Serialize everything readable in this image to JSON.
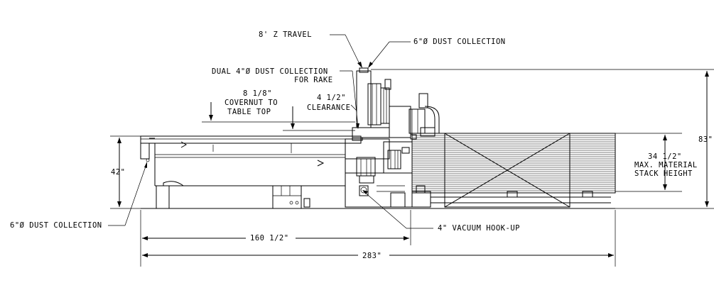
{
  "labels": {
    "z_travel": "8' Z TRAVEL",
    "dust_top": "6\"Ø DUST COLLECTION",
    "dual_dust_1": "DUAL 4\"Ø DUST COLLECTION",
    "dual_dust_2": "FOR RAKE",
    "covernut_1": "8 1/8\"",
    "covernut_2": "COVERNUT TO",
    "covernut_3": "TABLE TOP",
    "clearance_1": "4 1/2\"",
    "clearance_2": "CLEARANCE",
    "height_42": "42\"",
    "height_83": "83\"",
    "stack_1": "34 1/2\"",
    "stack_2": "MAX. MATERIAL",
    "stack_3": "STACK HEIGHT",
    "dust_left": "6\"Ø DUST COLLECTION",
    "vacuum": "4\" VACUUM HOOK-UP",
    "length_160": "160 1/2\"",
    "length_283": "283\""
  }
}
